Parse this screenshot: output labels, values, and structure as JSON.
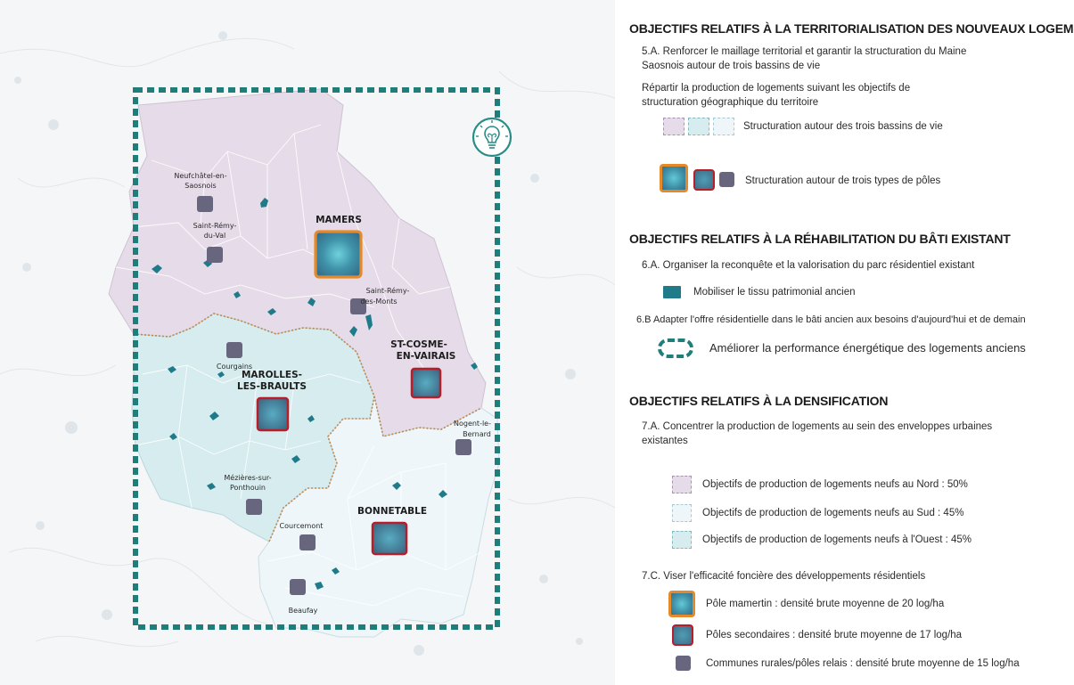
{
  "map": {
    "poles_principaux": [
      "MAMERS"
    ],
    "poles_secondaires": [
      [
        "ST-COSME-",
        "EN-VAIRAIS"
      ],
      [
        "MAROLLES-",
        "LES-BRAULTS"
      ],
      [
        "BONNETABLE"
      ]
    ],
    "communes": [
      [
        "Neufchâtel-en-",
        "Saosnois"
      ],
      [
        "Saint-Rémy-",
        "du-Val"
      ],
      [
        "Saint-Rémy-",
        "des-Monts"
      ],
      [
        "Courgains"
      ],
      [
        "Nogent-le-",
        "Bernard"
      ],
      [
        "Mézières-sur-",
        "Ponthouin"
      ],
      [
        "Courcemont"
      ],
      [
        "Beaufay"
      ]
    ],
    "icon": "lightbulb-icon",
    "colors": {
      "nord": "#e6dbe8",
      "ouest": "#d6ecee",
      "sud": "#eef6f9",
      "frame": "#1f7e7a",
      "pole_border_orange": "#e58a2b",
      "pole_border_red": "#b81d2a",
      "pole_relais": "#67667e"
    }
  },
  "legend": {
    "s5": {
      "title": "OBJECTIFS RELATIFS À LA TERRITORIALISATION DES NOUVEAUX LOGEMENTS",
      "obj_line1": "5.A. Renforcer le maillage territorial et garantir la structuration du Maine",
      "obj_line2": "Saosnois autour de trois bassins de vie",
      "text_line1": "Répartir la production de logements suivant les objectifs de",
      "text_line2": "structuration géographique du territoire",
      "item_bassins": "Structuration autour des trois bassins de vie",
      "item_poles": "Structuration autour de trois types de pôles"
    },
    "s6": {
      "title": "OBJECTIFS RELATIFS À LA RÉHABILITATION DU BÂTI EXISTANT",
      "obj_a": "6.A. Organiser la reconquête et la valorisation du parc résidentiel existant",
      "item_patrimonial": "Mobiliser le tissu patrimonial ancien",
      "obj_b": "6.B Adapter l'offre résidentielle dans le bâti ancien aux besoins d'aujourd'hui et de demain",
      "item_energie": "Améliorer la performance énergétique des logements anciens"
    },
    "s7": {
      "title": "OBJECTIFS RELATIFS À LA DENSIFICATION",
      "obj_a_line1": "7.A.  Concentrer la production de logements au sein des enveloppes urbaines",
      "obj_a_line2": "existantes",
      "item_nord": "Objectifs de production de logements neufs au Nord : 50%",
      "item_sud": "Objectifs de production de logements neufs au Sud : 45%",
      "item_ouest": "Objectifs de production de logements neufs à l'Ouest : 45%",
      "obj_c": "7.C. Viser l'efficacité foncière des développements résidentiels",
      "item_mamertin": "Pôle mamertin : densité brute moyenne de 20 log/ha",
      "item_secondaires": "Pôles secondaires : densité brute moyenne de 17 log/ha",
      "item_rurales": "Communes rurales/pôles relais : densité brute moyenne de 15 log/ha"
    }
  }
}
